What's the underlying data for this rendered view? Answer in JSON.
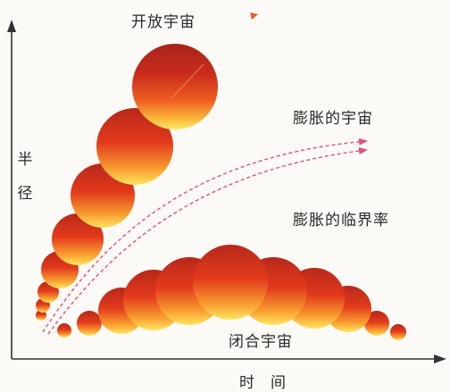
{
  "labels": {
    "open_universe": "开放宇宙",
    "expanding_universe": "膨胀的宇宙",
    "critical_expansion": "膨胀的临界率",
    "closed_universe": "闭合宇宙",
    "y_axis": "半径",
    "x_axis": "时间"
  },
  "colors": {
    "sphere_dark": "#b8281a",
    "sphere_mid": "#e8401c",
    "sphere_light": "#ffe25a",
    "arrow_pink": "#e0507a",
    "axis": "#333333"
  },
  "icons": {
    "y_axis_arrow": "arrow-up-icon",
    "x_axis_arrow": "arrow-right-icon"
  }
}
